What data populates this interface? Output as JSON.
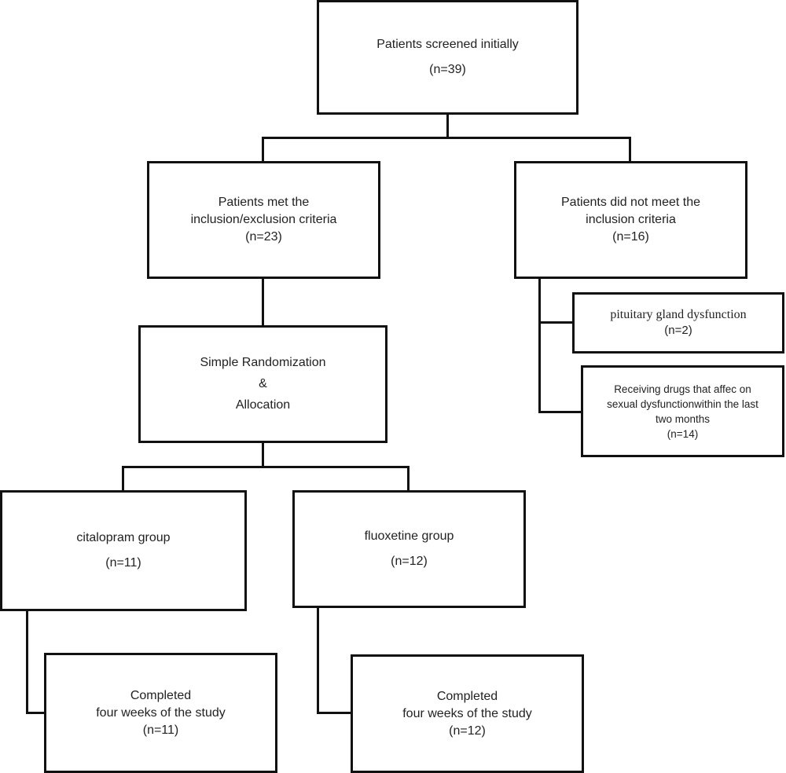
{
  "flowchart": {
    "screened": {
      "title": "Patients screened initially",
      "count": "(n=39)"
    },
    "met": {
      "line1": "Patients met the",
      "line2": "inclusion/exclusion criteria",
      "count": "(n=23)"
    },
    "not_met": {
      "line1": "Patients did not meet the",
      "line2": "inclusion criteria",
      "count": "(n=16)"
    },
    "pituitary": {
      "title": "pituitary gland dysfunction",
      "count": "(n=2)"
    },
    "drugs": {
      "line1": "Receiving drugs that affec on",
      "line2": "sexual dysfunctionwithin the last",
      "line3": "two months",
      "count": "(n=14)"
    },
    "randomization": {
      "line1": "Simple Randomization",
      "line2": "&",
      "line3": "Allocation"
    },
    "citalopram": {
      "title": "citalopram group",
      "count": "(n=11)"
    },
    "fluoxetine": {
      "title": "fluoxetine group",
      "count": "(n=12)"
    },
    "completed_citalopram": {
      "line1": "Completed",
      "line2": "four weeks of the study",
      "count": "(n=11)"
    },
    "completed_fluoxetine": {
      "line1": "Completed",
      "line2": "four weeks of the study",
      "count": "(n=12)"
    }
  }
}
